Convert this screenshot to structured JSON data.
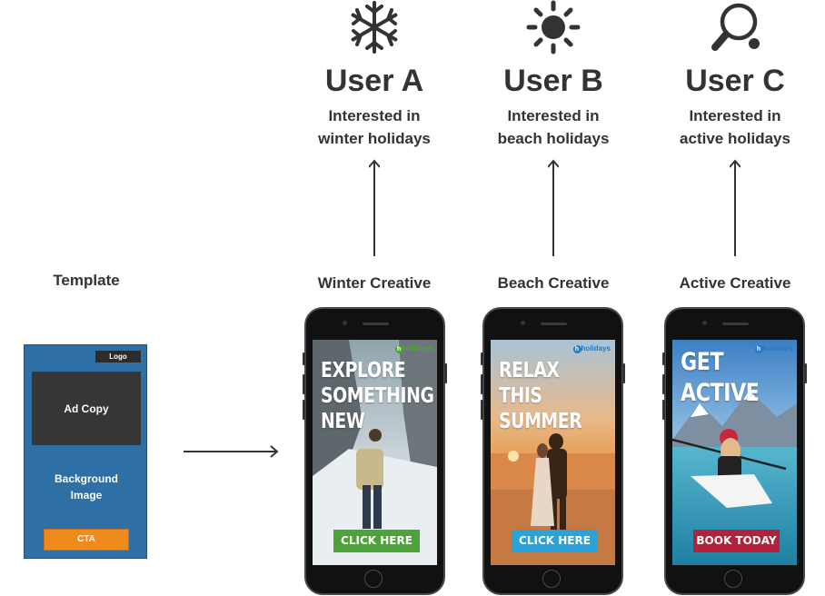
{
  "users": [
    {
      "name": "User A",
      "interest_line1": "Interested in",
      "interest_line2": "winter holidays",
      "icon": "snowflake-icon"
    },
    {
      "name": "User B",
      "interest_line1": "Interested in",
      "interest_line2": "beach holidays",
      "icon": "sun-icon"
    },
    {
      "name": "User C",
      "interest_line1": "Interested in",
      "interest_line2": "active holidays",
      "icon": "ping-pong-paddle-icon"
    }
  ],
  "template": {
    "label": "Template",
    "logo": "Logo",
    "ad_copy": "Ad Copy",
    "background_line1": "Background",
    "background_line2": "Image",
    "cta": "CTA"
  },
  "creatives": [
    {
      "label": "Winter Creative",
      "headline_lines": [
        "EXPLORE",
        "SOMETHING",
        "NEW"
      ],
      "cta": "CLICK HERE",
      "cta_color": "#4da339",
      "brand": "holidays"
    },
    {
      "label": "Beach Creative",
      "headline_lines": [
        "RELAX THIS",
        "SUMMER"
      ],
      "cta": "CLICK HERE",
      "cta_color": "#2ba3d9",
      "brand": "holidays"
    },
    {
      "label": "Active Creative",
      "headline_lines": [
        "GET",
        "ACTIVE"
      ],
      "cta": "BOOK TODAY",
      "cta_color": "#b4213a",
      "brand": "holidays"
    }
  ],
  "colors": {
    "template_bg": "#2e6fa5",
    "template_cta": "#ef8a1d",
    "text": "#333333"
  }
}
